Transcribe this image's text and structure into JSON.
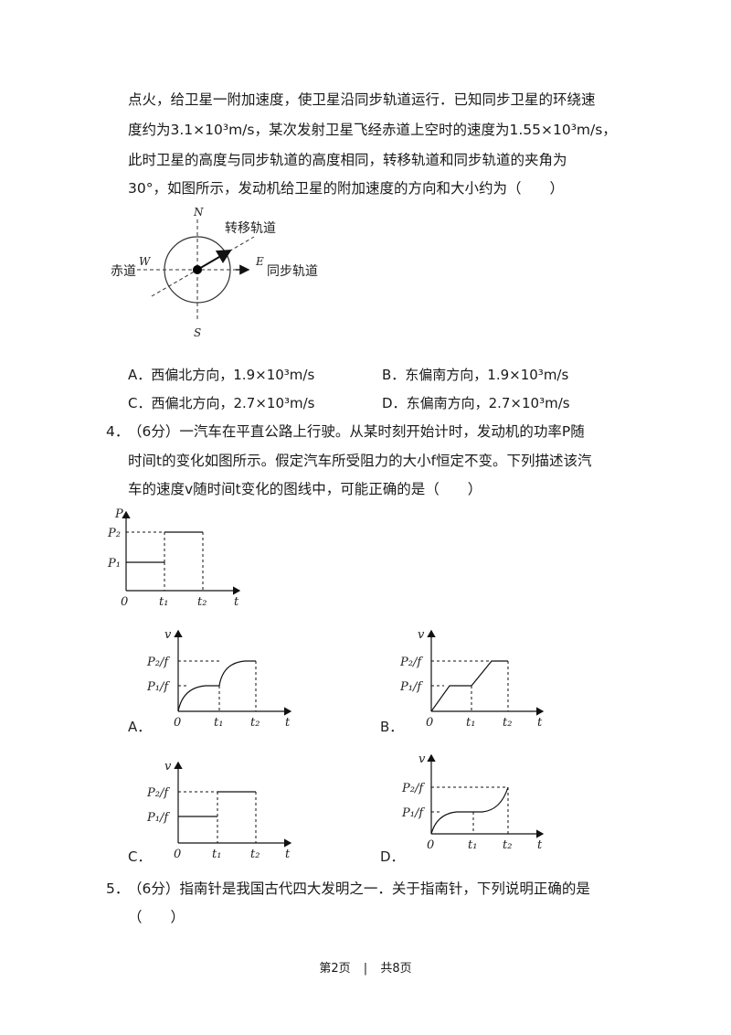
{
  "q3": {
    "lines": [
      "点火，给卫星一附加速度，使卫星沿同步轨道运行．已知同步卫星的环绕速",
      "度约为3.1×10³m/s，某次发射卫星飞经赤道上空时的速度为1.55×10³m/s，",
      "此时卫星的高度与同步轨道的高度相同，转移轨道和同步轨道的夹角为",
      "30°，如图所示，发动机给卫星的附加速度的方向和大小约为（　　）"
    ],
    "figure": {
      "north": "N",
      "south": "S",
      "west": "W",
      "east": "E",
      "equator": "赤道",
      "transfer_orbit": "转移轨道",
      "sync_orbit": "同步轨道"
    },
    "options": [
      {
        "letter": "A．",
        "text": "西偏北方向，1.9×10³m/s"
      },
      {
        "letter": "B．",
        "text": "东偏南方向，1.9×10³m/s"
      },
      {
        "letter": "C．",
        "text": "西偏北方向，2.7×10³m/s"
      },
      {
        "letter": "D．",
        "text": "东偏南方向，2.7×10³m/s"
      }
    ]
  },
  "q4": {
    "number": "4．",
    "lines": [
      "（6分）一汽车在平直公路上行驶。从某时刻开始计时，发动机的功率P随",
      "时间t的变化如图所示。假定汽车所受阻力的大小f恒定不变。下列描述该汽",
      "车的速度v随时间t变化的图线中，可能正确的是（　　）"
    ],
    "power_graph": {
      "y": "P",
      "p2": "P₂",
      "p1": "P₁",
      "origin": "0",
      "t1": "t₁",
      "t2": "t₂",
      "x": "t"
    },
    "vt_graph_labels": {
      "y": "v",
      "high": "P₂/f",
      "low": "P₁/f",
      "origin": "0",
      "t1": "t₁",
      "t2": "t₂",
      "x": "t"
    },
    "choice_letters": [
      "A．",
      "B．",
      "C．",
      "D．"
    ]
  },
  "q5": {
    "number": "5．",
    "text": "（6分）指南针是我国古代四大发明之一．关于指南针，下列说明正确的是",
    "blank": "（　　）"
  },
  "footer": {
    "page": "第2页",
    "separator": "|",
    "total": "共8页"
  }
}
